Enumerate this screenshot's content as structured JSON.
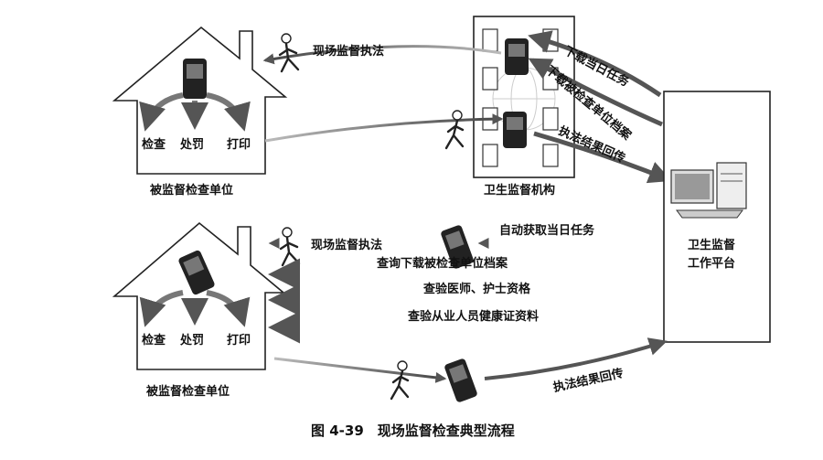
{
  "top_section": {
    "house_label": "被监督检查单位",
    "house_actions": [
      "检查",
      "处罚",
      "打印"
    ],
    "agency_label": "卫生监督机构",
    "arrow_inspect": "现场监督执法",
    "arrow_download_tasks": "下载当日任务",
    "arrow_download_archives": "下载被检查单位档案",
    "arrow_upload_results": "执法结果回传"
  },
  "bottom_section": {
    "house_label": "被监督检查单位",
    "house_actions": [
      "检查",
      "处罚",
      "打印"
    ],
    "arrow_inspect": "现场监督执法",
    "arrow_auto_tasks": "自动获取当日任务",
    "arrow_query_archives": "查询下载被检查单位档案",
    "arrow_check_doctor": "查验医师、护士资格",
    "arrow_check_staff": "查验从业人员健康证资料",
    "arrow_upload_results": "执法结果回传"
  },
  "platform": {
    "label_line1": "卫生监督",
    "label_line2": "工作平台"
  },
  "caption": "图 4-39　现场监督检查典型流程"
}
